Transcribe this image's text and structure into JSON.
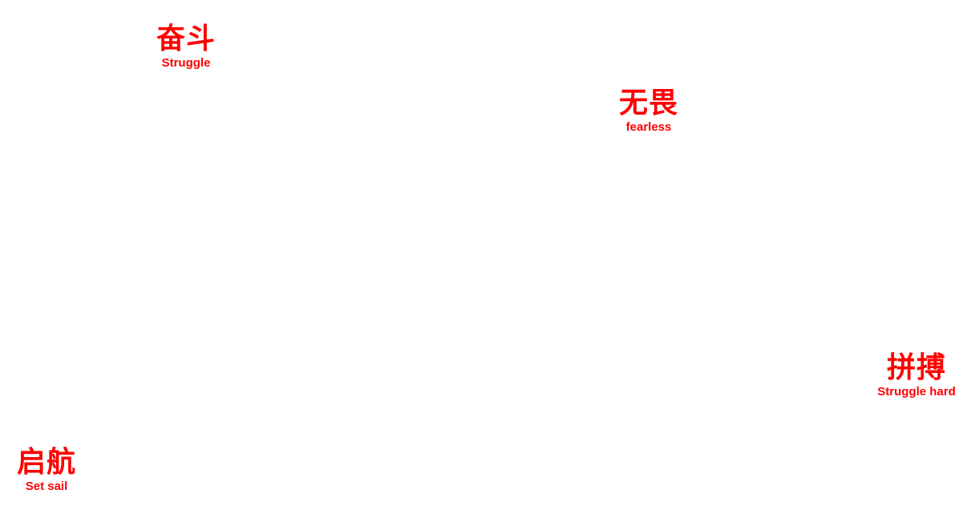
{
  "accent_color": "#ff0000",
  "labels": [
    {
      "chinese": "奋斗",
      "english": "Struggle"
    },
    {
      "chinese": "无畏",
      "english": "fearless"
    },
    {
      "chinese": "拼搏",
      "english": "Struggle hard"
    },
    {
      "chinese": "启航",
      "english": "Set sail"
    }
  ]
}
